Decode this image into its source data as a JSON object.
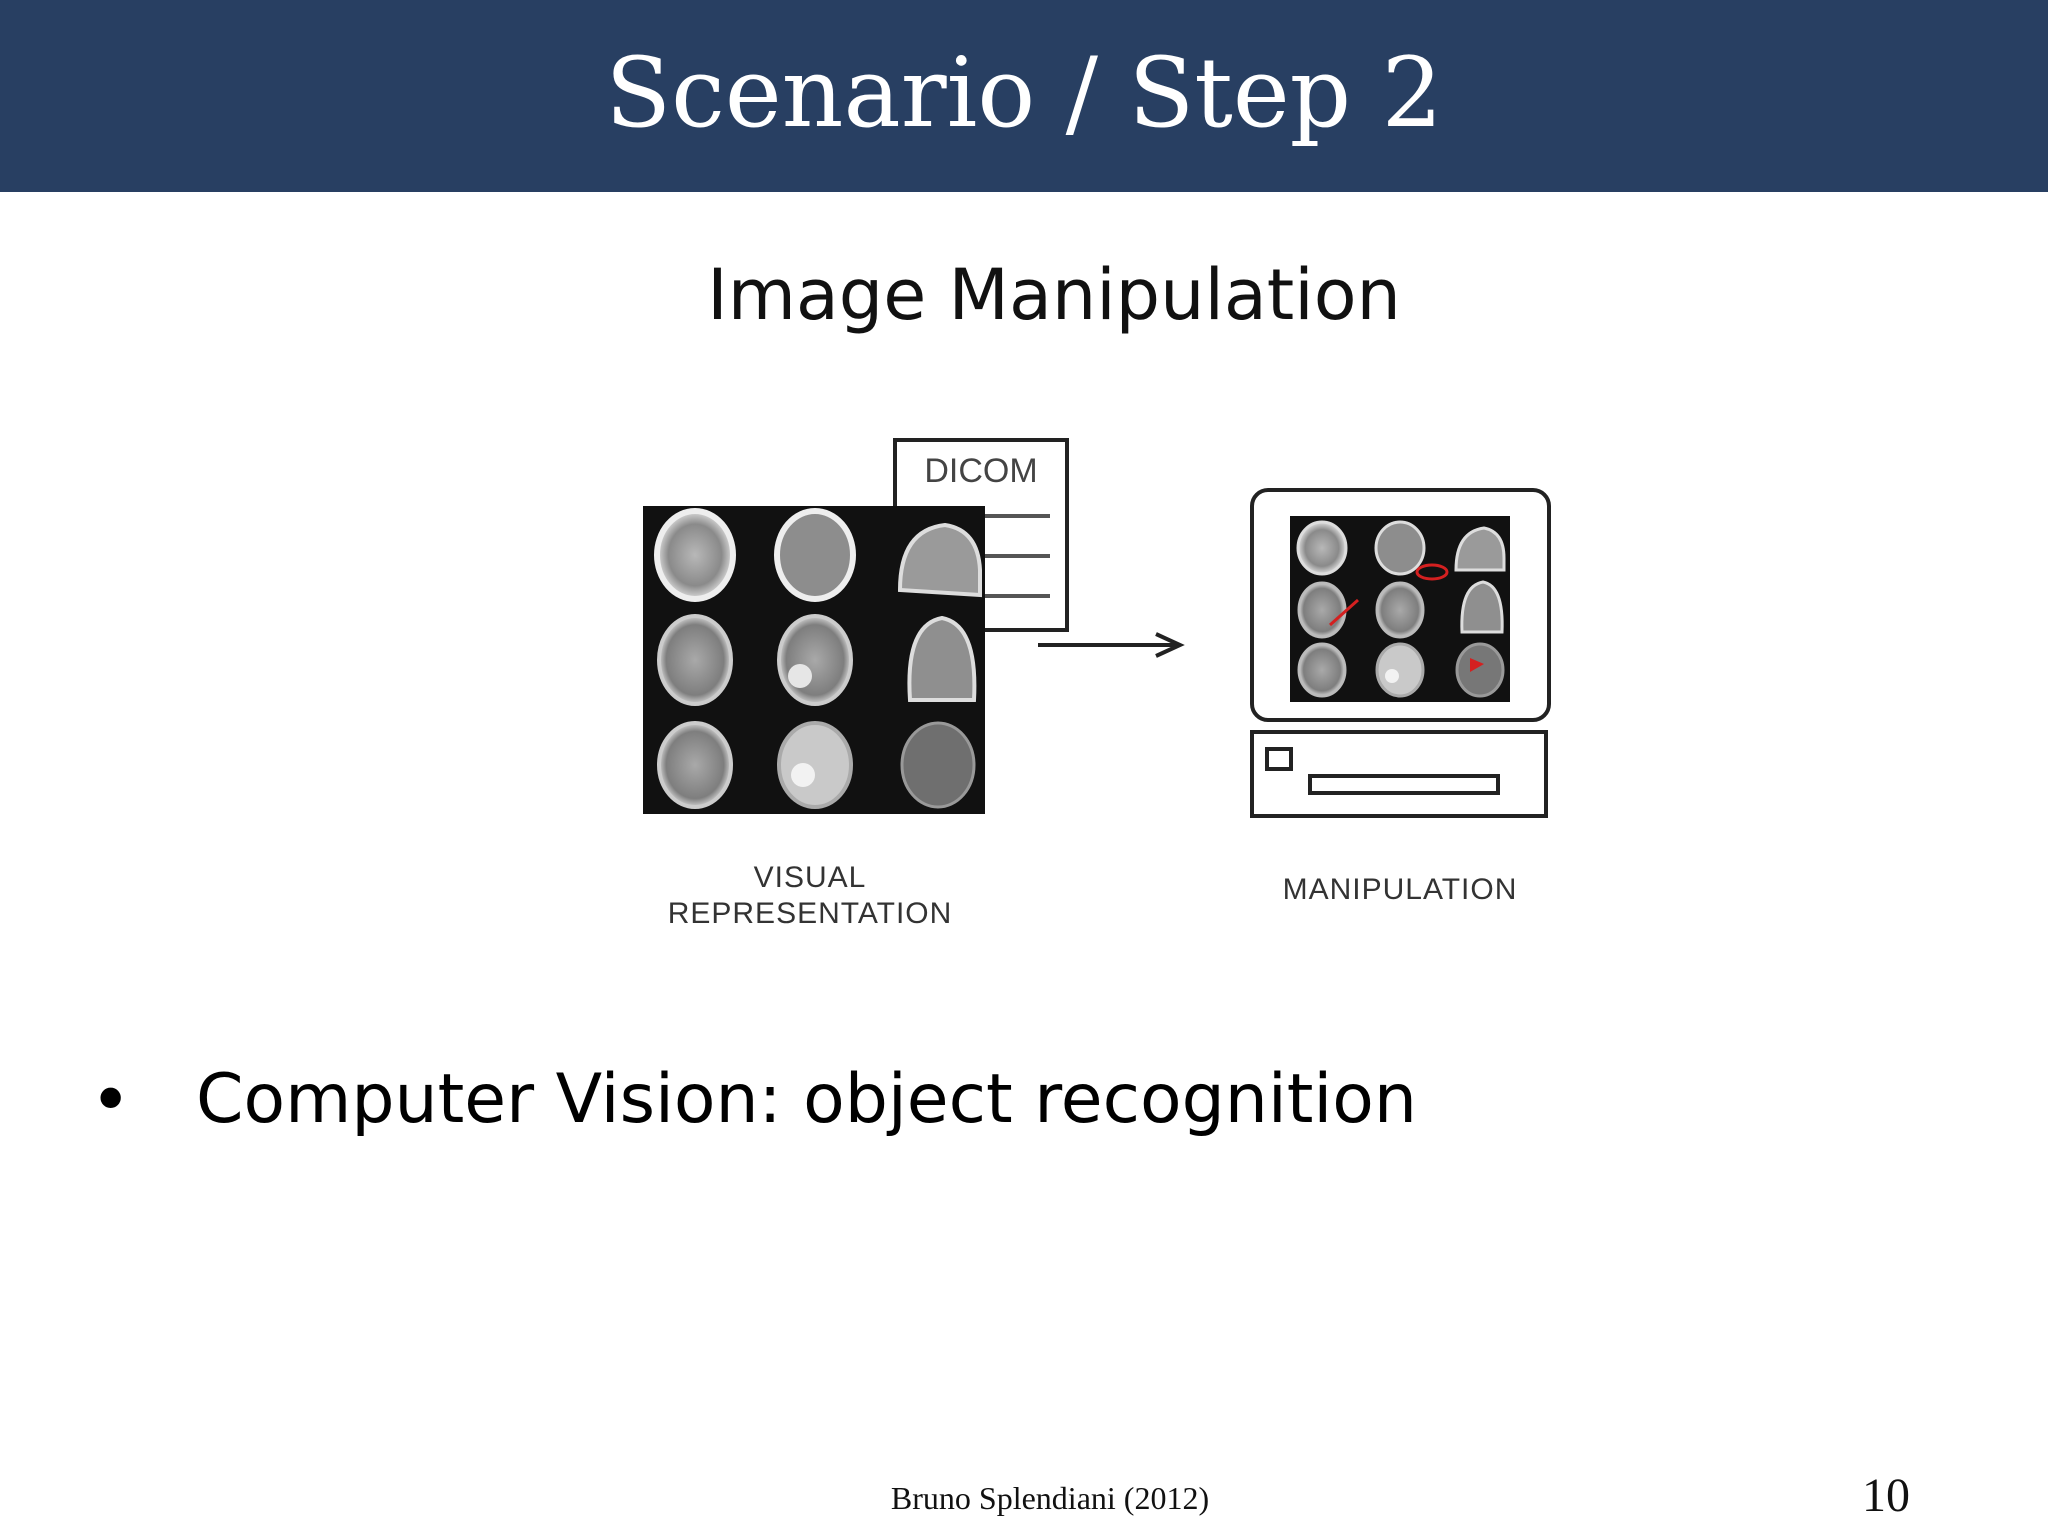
{
  "slide": {
    "title": "Scenario / Step 2",
    "subtitle": "Image Manipulation",
    "header_color": "#283f62"
  },
  "figure": {
    "document_label": "DICOM",
    "left_caption_line1": "VISUAL",
    "left_caption_line2": "REPRESENTATION",
    "right_caption": "MANIPULATION",
    "icons": [
      "document-icon",
      "mri-grid-image",
      "arrow-right-icon",
      "computer-icon"
    ]
  },
  "bullets": [
    {
      "marker": "•",
      "text": "Computer Vision: object recognition"
    }
  ],
  "footer": {
    "author": "Bruno Splendiani (2012)",
    "page_number": "10"
  }
}
